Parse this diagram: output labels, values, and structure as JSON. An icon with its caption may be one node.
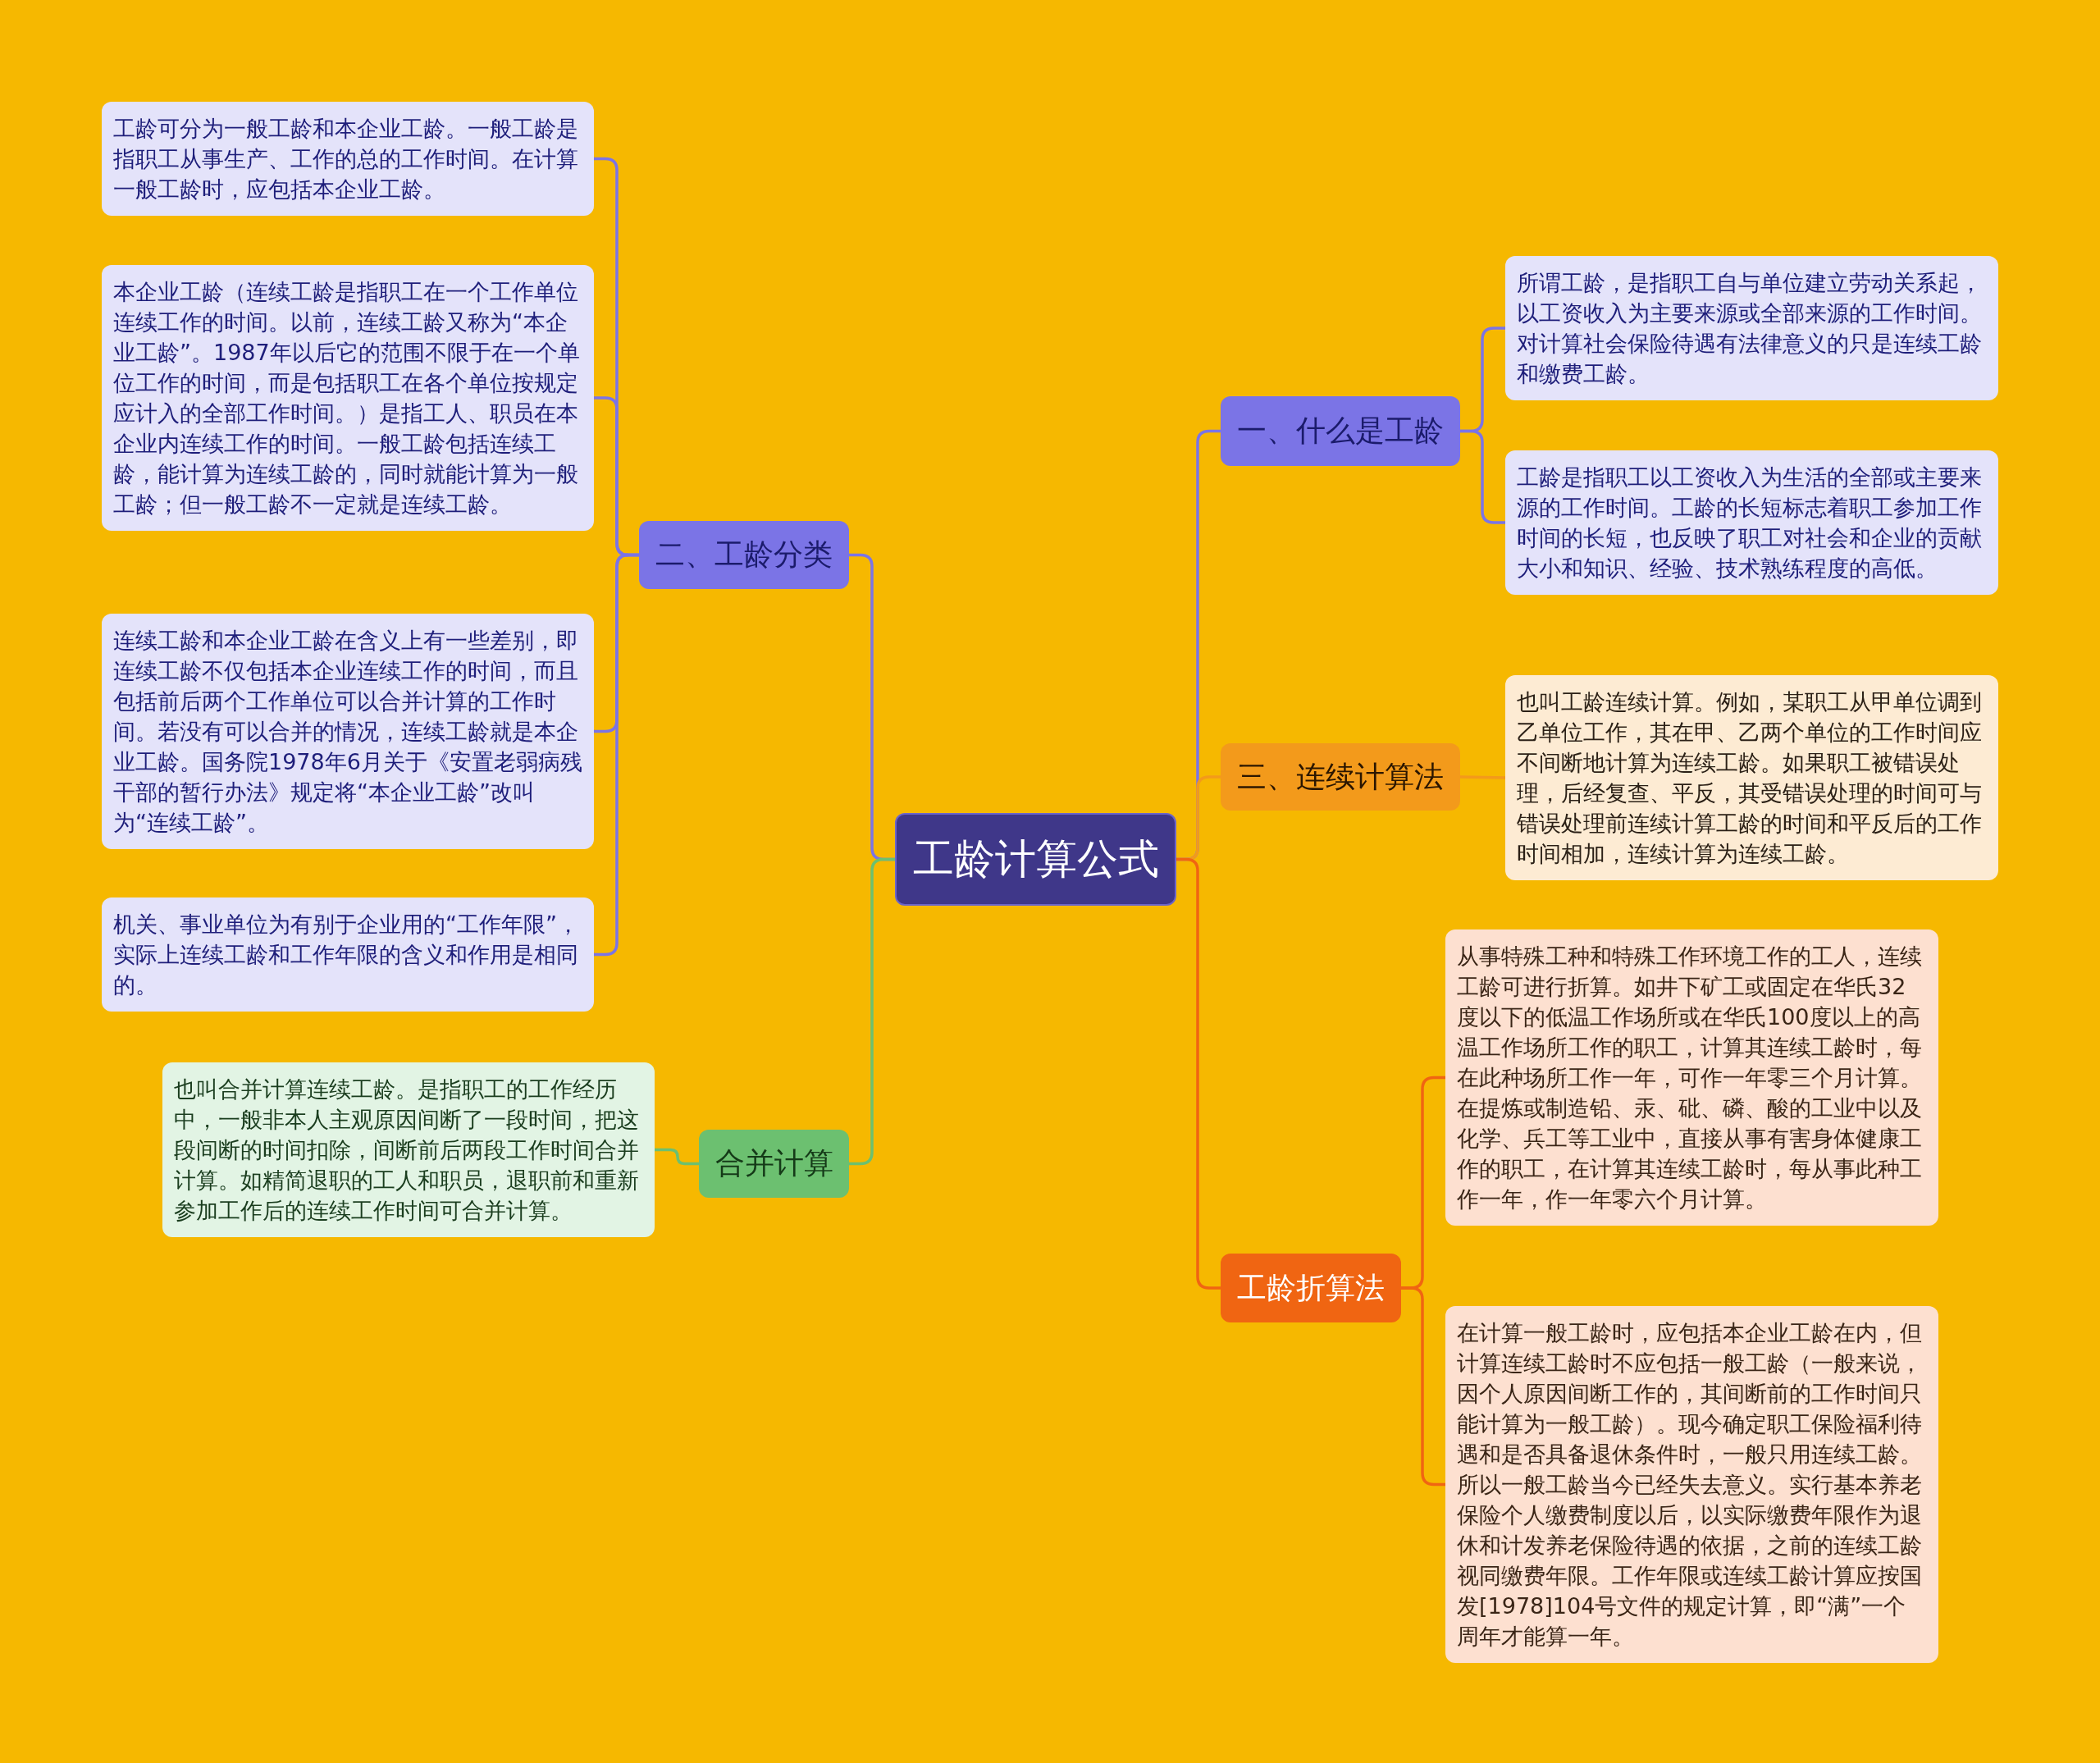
{
  "diagram": {
    "nodes": [
      {
        "text": [
          "工龄计算公式"
        ]
      },
      {
        "text": [
          "二、工龄分类"
        ]
      },
      {
        "text": [
          "工龄可分为一般工龄和本企业工龄。一般工龄是指职工从事生产、工作的总的工作时间。在计算一般工龄时，应包括本企业工龄。"
        ]
      },
      {
        "text": [
          "本企业工龄（连续工龄是指职工在一个工作单位连续工作的时间。以前，连续工龄又称为“本企业工龄”。1987年以后它的范围不限于在一个单位工作的时间，而是包括职工在各个单位按规定应计入的全部工作时间。）是指工人、职员在本企业内连续工作的时间。一般工龄包括连续工龄，能计算为连续工龄的，同时就能计算为一般工龄；但一般工龄不一定就是连续工龄。"
        ]
      },
      {
        "text": [
          "连续工龄和本企业工龄在含义上有一些差别，即连续工龄不仅包括本企业连续工作的时间，而且包括前后两个工作单位可以合并计算的工作时间。若没有可以合并的情况，连续工龄就是本企业工龄。国务院1978年6月关于《安置老弱病残干部的暂行办法》规定将“本企业工龄”改叫为“连续工龄”。"
        ]
      },
      {
        "text": [
          "机关、事业单位为有别于企业用的“工作年限”，实际上连续工龄和工作年限的含义和作用是相同的。"
        ]
      },
      {
        "text": [
          "合并计算"
        ]
      },
      {
        "text": [
          "也叫合并计算连续工龄。是指职工的工作经历中，一般非本人主观原因间断了一段时间，把这段间断的时间扣除，间断前后两段工作时间合并计算。如精简退职的工人和职员，退职前和重新参加工作后的连续工作时间可合并计算。"
        ]
      },
      {
        "text": [
          "一、什么是工龄"
        ]
      },
      {
        "text": [
          "所谓工龄，是指职工自与单位建立劳动关系起，以工资收入为主要来源或全部来源的工作时间。对计算社会保险待遇有法律意义的只是连续工龄和缴费工龄。"
        ]
      },
      {
        "text": [
          "工龄是指职工以工资收入为生活的全部或主要来源的工作时间。工龄的长短标志着职工参加工作时间的长短，也反映了职工对社会和企业的贡献大小和知识、经验、技术熟练程度的高低。"
        ]
      },
      {
        "text": [
          "三、连续计算法"
        ]
      },
      {
        "text": [
          "也叫工龄连续计算。例如，某职工从甲单位调到乙单位工作，其在甲、乙两个单位的工作时间应不间断地计算为连续工龄。如果职工被错误处理，后经复查、平反，其受错误处理的时间可与错误处理前连续计算工龄的时间和平反后的工作时间相加，连续计算为连续工龄。"
        ]
      },
      {
        "text": [
          "工龄折算法"
        ]
      },
      {
        "text": [
          "从事特殊工种和特殊工作环境工作的工人，连续工龄可进行折算。如井下矿工或固定在华氏32度以下的低温工作场所或在华氏100度以上的高温工作场所工作的职工，计算其连续工龄时，每在此种场所工作一年，可作一年零三个月计算。在提炼或制造铅、汞、砒、磷、酸的工业中以及化学、兵工等工业中，直接从事有害身体健康工作的职工，在计算其连续工龄时，每从事此种工作一年，作一年零六个月计算。"
        ]
      },
      {
        "text": [
          "在计算一般工龄时，应包括本企业工龄在内，但计算连续工龄时不应包括一般工龄（一般来说，因个人原因间断工作的，其间断前的工作时间只能计算为一般工龄）。现今确定职工保险福利待遇和是否具备退休条件时，一般只用连续工龄。所以一般工龄当今已经失去意义。实行基本养老保险个人缴费制度以后，以实际缴费年限作为退休和计发养老保险待遇的依据，之前的连续工龄视同缴费年限。工作年限或连续工龄计算应按国发[1978]104号文件的规定计算，即“满”一个周年才能算一年。"
        ]
      }
    ],
    "edges": [
      {
        "from": 0,
        "to": 1,
        "arrow": "none"
      },
      {
        "from": 1,
        "to": 2,
        "arrow": "none"
      },
      {
        "from": 1,
        "to": 3,
        "arrow": "none"
      },
      {
        "from": 1,
        "to": 4,
        "arrow": "none"
      },
      {
        "from": 1,
        "to": 5,
        "arrow": "none"
      },
      {
        "from": 0,
        "to": 6,
        "arrow": "none",
        "color": "#6cc070"
      },
      {
        "from": 6,
        "to": 7,
        "arrow": "none",
        "color": "#6cc070"
      },
      {
        "from": 0,
        "to": 8,
        "arrow": "none"
      },
      {
        "from": 8,
        "to": 9,
        "arrow": "none"
      },
      {
        "from": 8,
        "to": 10,
        "arrow": "none"
      },
      {
        "from": 0,
        "to": 11,
        "arrow": "none",
        "color": "#f39a1b"
      },
      {
        "from": 11,
        "to": 12,
        "arrow": "none",
        "color": "#f39a1b"
      },
      {
        "from": 0,
        "to": 13,
        "arrow": "none",
        "color": "#f06512"
      },
      {
        "from": 13,
        "to": 14,
        "arrow": "none",
        "color": "#f06512"
      },
      {
        "from": 13,
        "to": 15,
        "arrow": "none",
        "color": "#f06512"
      }
    ]
  }
}
